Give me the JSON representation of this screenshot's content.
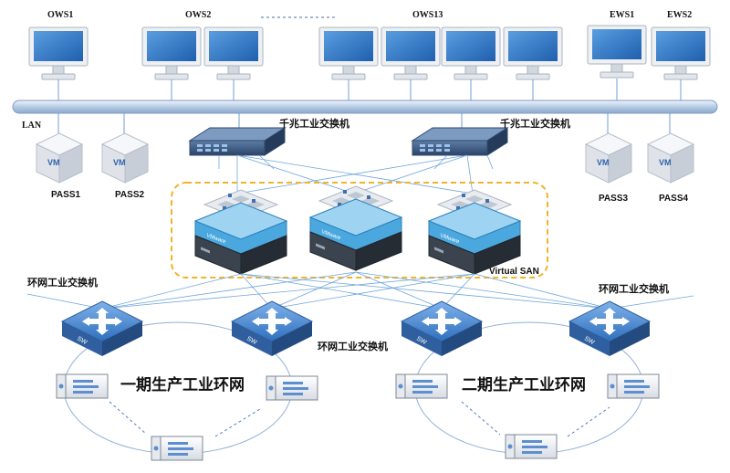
{
  "workstations": [
    "OWS1",
    "OWS2",
    "OWS13",
    "EWS1",
    "EWS2"
  ],
  "lan_label": "LAN",
  "vm_label": "VM",
  "pass": [
    "PASS1",
    "PASS2",
    "PASS3",
    "PASS4"
  ],
  "gigabit_switch": "千兆工业交换机",
  "virtual_san": "Virtual SAN",
  "ring_switch": "环网工业交换机",
  "ring1": "一期生产工业环网",
  "ring2": "二期生产工业环网",
  "sw_label": "SW",
  "vmware_label": "VMware",
  "colors": {
    "bus": "#b9cde6",
    "link": "#4f93d2",
    "switch_blue": "#4a88cf",
    "rack_dark": "#2e3640",
    "san_border": "#f0b429"
  }
}
